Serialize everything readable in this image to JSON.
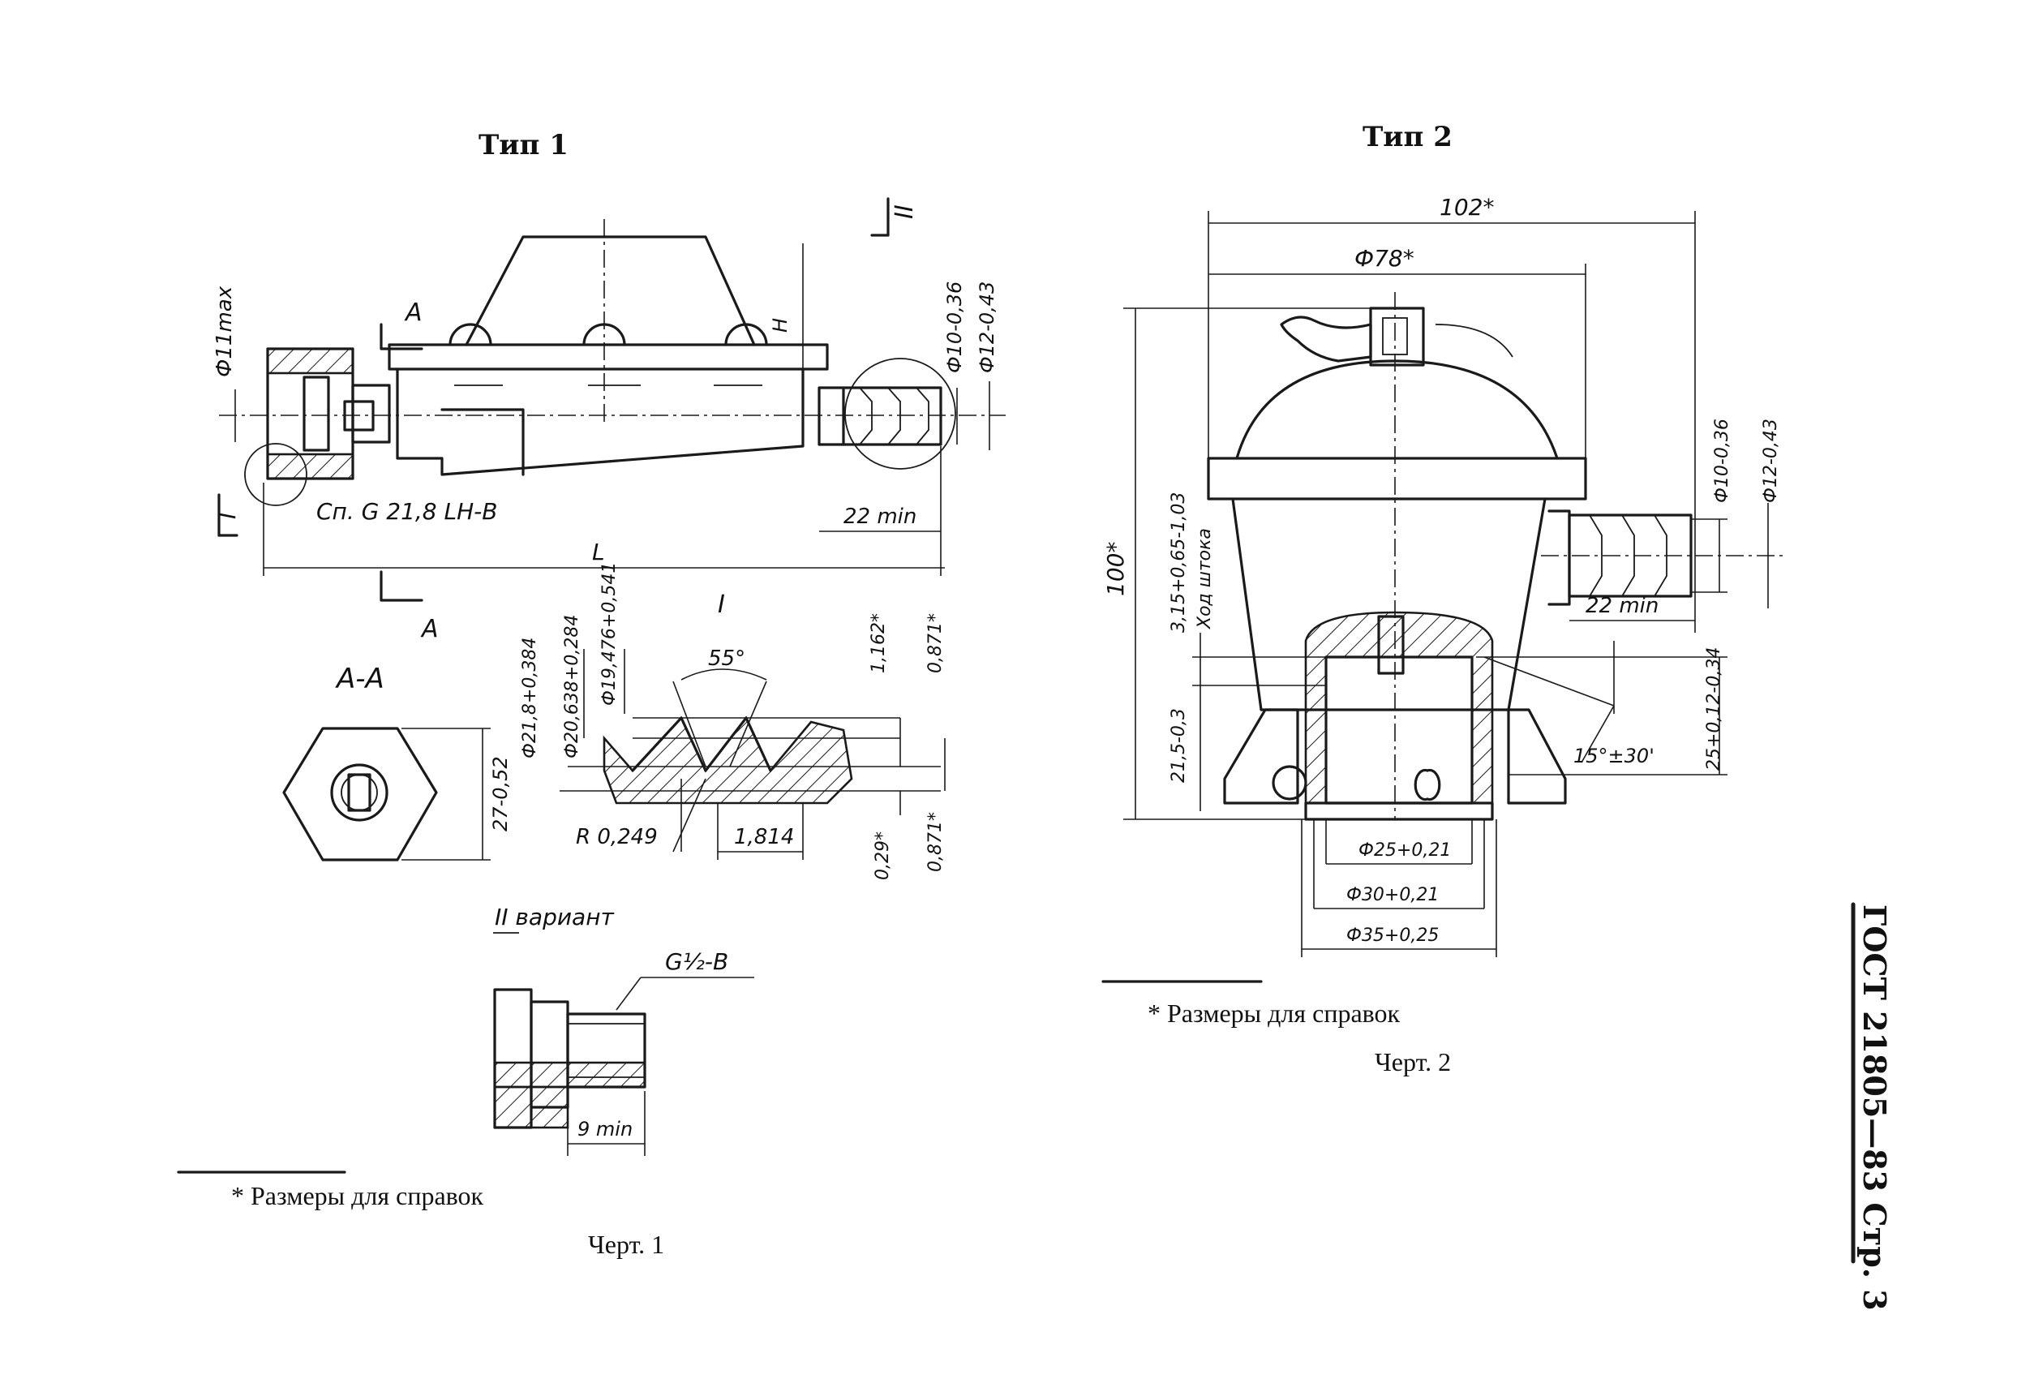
{
  "type1": {
    "title": "Тип 1",
    "section_cut": "А",
    "section_title": "А-А",
    "detail_mark": "I",
    "view_mark": "II",
    "thread_label": "Сп. G 21,8 LH-B",
    "dim_phi11": "Ф11max",
    "dim_phi10": "Ф10-0,36",
    "dim_phi12": "Ф12-0,43",
    "dim_h": "H",
    "dim_22": "22 min",
    "dim_L": "L",
    "dim_27": "27-0,52",
    "dim_d1": "Ф21,8+0,384",
    "dim_d2": "Ф20,638+0,284",
    "dim_d3": "Ф19,476+0,541",
    "angle_55": "55°",
    "dim_1162": "1,162*",
    "dim_0871a": "0,871*",
    "dim_0871b": "0,871*",
    "dim_029": "0,29*",
    "dim_r": "R 0,249",
    "dim_1814": "1,814",
    "variant_label": "II вариант",
    "g_label": "G½-B",
    "dim_9": "9 min",
    "footnote": "* Размеры для справок",
    "caption": "Черт. 1"
  },
  "type2": {
    "title": "Тип 2",
    "dim_102": "102*",
    "dim_78": "Ф78*",
    "dim_100": "100*",
    "dim_315": "3,15+0,65-1,03",
    "stroke_label": "Ход штока",
    "dim_215": "21,5-0,3",
    "dim_phi10": "Ф10-0,36",
    "dim_phi12": "Ф12-0,43",
    "dim_22": "22 min",
    "angle": "15°±30'",
    "dim_25h": "25+0,12-0,34",
    "dim_25": "Ф25+0,21",
    "dim_30": "Ф30+0,21",
    "dim_35": "Ф35+0,25",
    "footnote": "* Размеры для справок",
    "caption": "Черт. 2"
  },
  "margin_header": "ГОСТ 21805—83 Стр. 3"
}
